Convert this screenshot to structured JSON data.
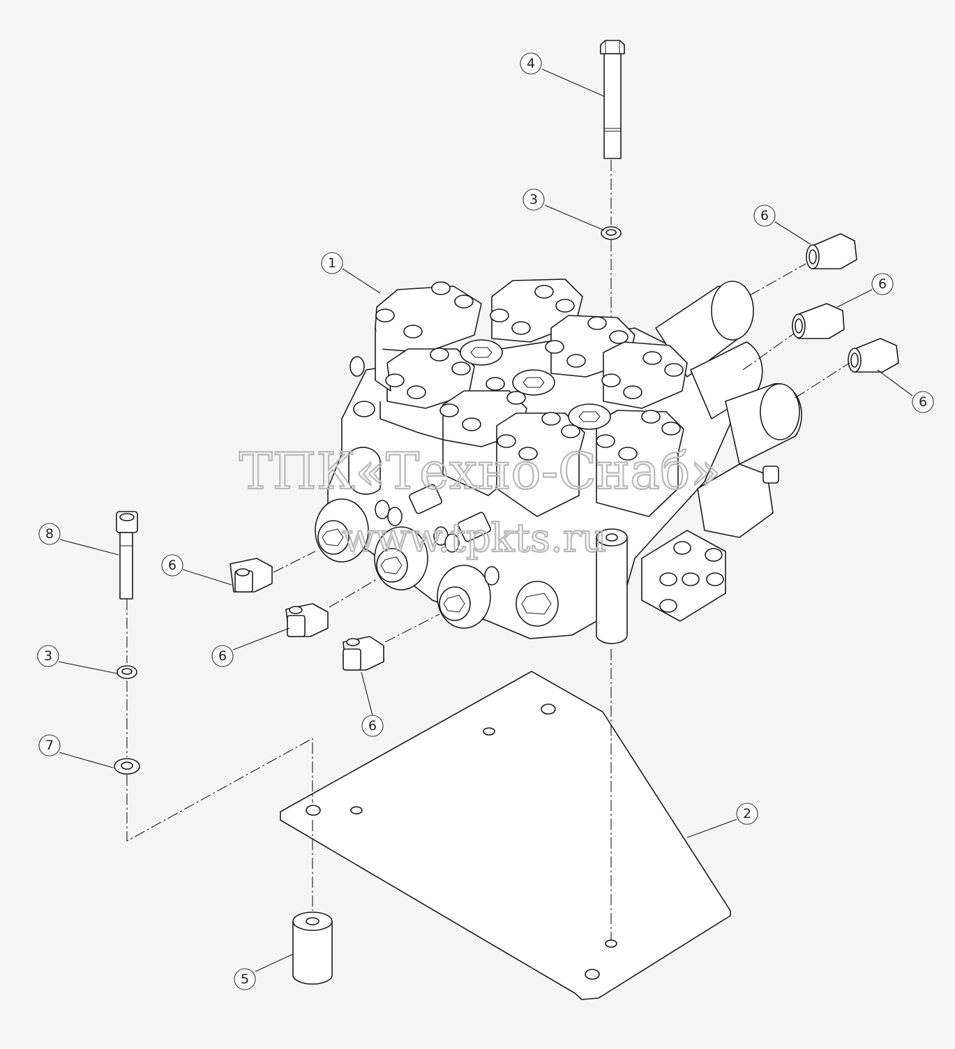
{
  "watermark": {
    "line1": "ТПК«Техно-Снаб»",
    "line2": "www.tpkts.ru"
  },
  "callouts": [
    "1",
    "2",
    "3",
    "3",
    "4",
    "5",
    "6",
    "6",
    "6",
    "6",
    "6",
    "6",
    "7",
    "8"
  ],
  "colors": {
    "background": "#f5f5f5",
    "line": "#1a1a1a",
    "watermark": "#b8b8b8"
  }
}
